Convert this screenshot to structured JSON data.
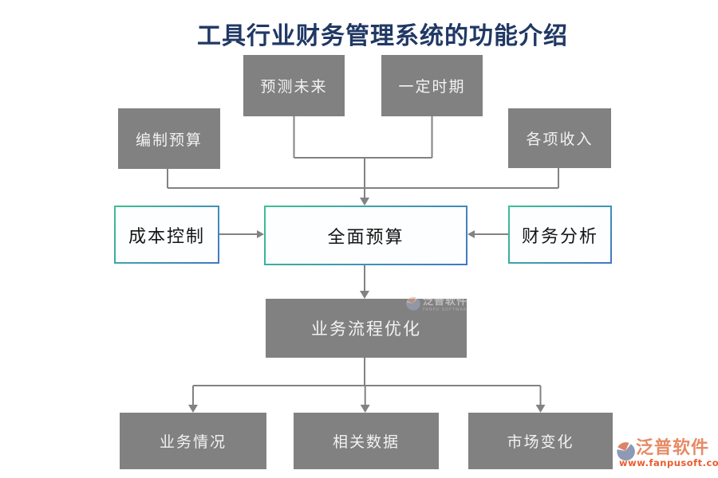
{
  "title": {
    "text": "工具行业财务管理系统的功能介绍"
  },
  "nodes": {
    "forecast": {
      "label": "预测未来"
    },
    "period": {
      "label": "一定时期"
    },
    "budget_prep": {
      "label": "编制预算"
    },
    "income": {
      "label": "各项收入"
    },
    "cost_control": {
      "label": "成本控制"
    },
    "full_budget": {
      "label": "全面预算"
    },
    "financial_analysis": {
      "label": "财务分析"
    },
    "process_opt": {
      "label": "业务流程优化"
    },
    "business_status": {
      "label": "业务情况"
    },
    "related_data": {
      "label": "相关数据"
    },
    "market_change": {
      "label": "市场变化"
    }
  },
  "watermark_center": {
    "brand": "泛普软件",
    "brand_sub": "FANPU SOFTWARE"
  },
  "watermark_corner": {
    "brand": "泛普软件",
    "url": "www.fanpusoft.com"
  },
  "colors": {
    "title_navy": "#203864",
    "box_gray": "#818181",
    "box_text": "#f2f2f2",
    "outline_green": "#3cc093",
    "outline_blue": "#4177c6",
    "connector_gray": "#828282",
    "brand_salmon": "#e78a66",
    "brand_orange": "#ea5c2d",
    "logo_slate": "#8e99b5"
  }
}
